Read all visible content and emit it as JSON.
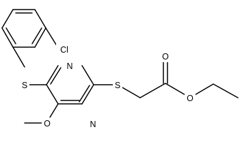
{
  "molecule": {
    "atoms": {
      "cl": "Cl",
      "s_aryl": "S",
      "s_link": "S",
      "n_top": "N",
      "n_bottom": "N",
      "o_methoxy": "O",
      "o_carbonyl": "O",
      "o_ester": "O"
    }
  },
  "colors": {
    "line": "#000000",
    "background": "#ffffff"
  }
}
